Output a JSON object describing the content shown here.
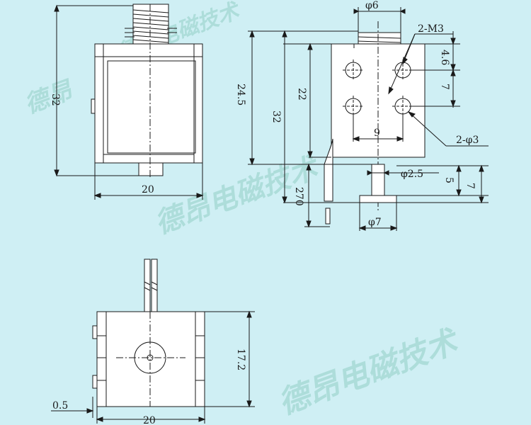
{
  "watermark": {
    "text_short": "德昂",
    "text_long": "德昂电磁技术"
  },
  "side_view": {
    "height_label": "32",
    "width_label": "20"
  },
  "front_view": {
    "shaft_dia_label": "φ6",
    "thread_hole_label": "2-M3",
    "offset_top_label": "4.6",
    "hole_spacing_v_label": "7",
    "height_long_label": "24.5",
    "height_mid_label": "22",
    "height_total_label": "32",
    "hole_spacing_h_label": "9",
    "mount_hole_label": "2-φ3",
    "plunger_dia_label": "φ2.5",
    "stroke_small_label": "5",
    "stroke_large_label": "7",
    "lead_length_label": "270",
    "head_dia_label": "φ7"
  },
  "top_view": {
    "depth_label": "17.2",
    "offset_label": "0.5",
    "width_label": "20"
  },
  "colors": {
    "background": "#cfeff4",
    "line": "#1a1a1a",
    "watermark": "#a8dad6",
    "body_fill": "#ffffff"
  }
}
